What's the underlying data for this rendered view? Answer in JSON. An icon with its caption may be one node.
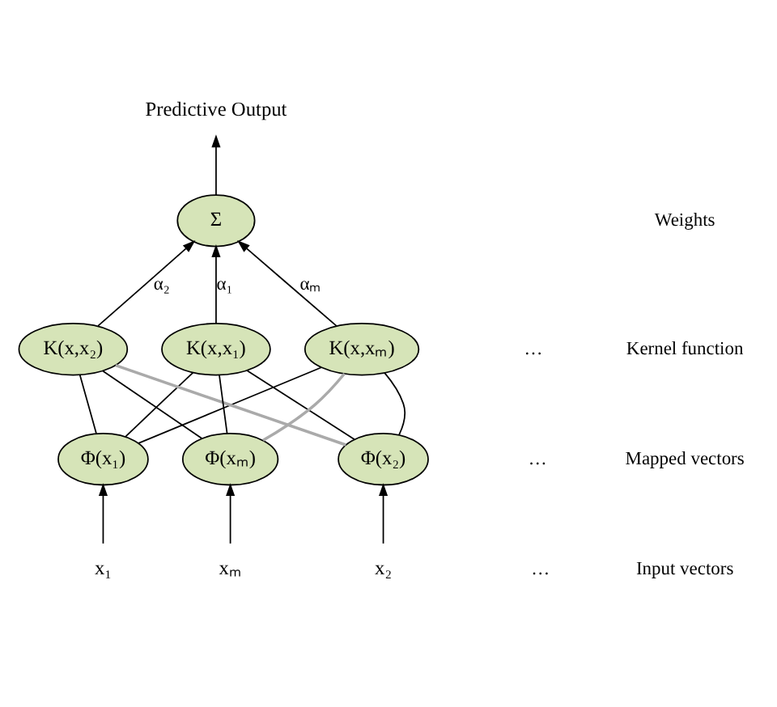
{
  "diagram": {
    "nodes": [
      {
        "text": [
          "Predictive Output"
        ]
      },
      {
        "text": [
          "Σ"
        ]
      },
      {
        "text": [
          "K(x,x₁)"
        ]
      },
      {
        "text": [
          "K(x,x₂)"
        ]
      },
      {
        "text": [
          "K(x,xₘ)"
        ]
      },
      {
        "text": [
          "Φ(x₁)"
        ]
      },
      {
        "text": [
          "Φ(x₂)"
        ]
      },
      {
        "text": [
          "Φ(xₘ)"
        ]
      },
      {
        "text": [
          "x₁"
        ]
      },
      {
        "text": [
          "x₂"
        ]
      },
      {
        "text": [
          "xₘ"
        ]
      }
    ],
    "edges": [
      {
        "from": 1,
        "to": 0,
        "arrow": "to"
      },
      {
        "from": 2,
        "to": 1,
        "arrow": "to",
        "label": "α₁"
      },
      {
        "from": 3,
        "to": 1,
        "arrow": "to",
        "label": "α₂"
      },
      {
        "from": 4,
        "to": 1,
        "arrow": "to",
        "label": "αₘ"
      },
      {
        "from": 5,
        "to": 2,
        "arrow": "none"
      },
      {
        "from": 5,
        "to": 3,
        "arrow": "none"
      },
      {
        "from": 5,
        "to": 4,
        "arrow": "none"
      },
      {
        "from": 6,
        "to": 2,
        "arrow": "none"
      },
      {
        "from": 6,
        "to": 3,
        "arrow": "none",
        "color": "#aaaaaa"
      },
      {
        "from": 6,
        "to": 4,
        "arrow": "none"
      },
      {
        "from": 7,
        "to": 2,
        "arrow": "none"
      },
      {
        "from": 7,
        "to": 3,
        "arrow": "none"
      },
      {
        "from": 7,
        "to": 4,
        "arrow": "none",
        "color": "#aaaaaa"
      },
      {
        "from": 8,
        "to": 5,
        "arrow": "to"
      },
      {
        "from": 9,
        "to": 6,
        "arrow": "to"
      },
      {
        "from": 10,
        "to": 7,
        "arrow": "to"
      }
    ],
    "labels": [
      "Weights",
      "Kernel function",
      "…",
      "Mapped vectors",
      "…",
      "Input vectors",
      "…"
    ]
  }
}
